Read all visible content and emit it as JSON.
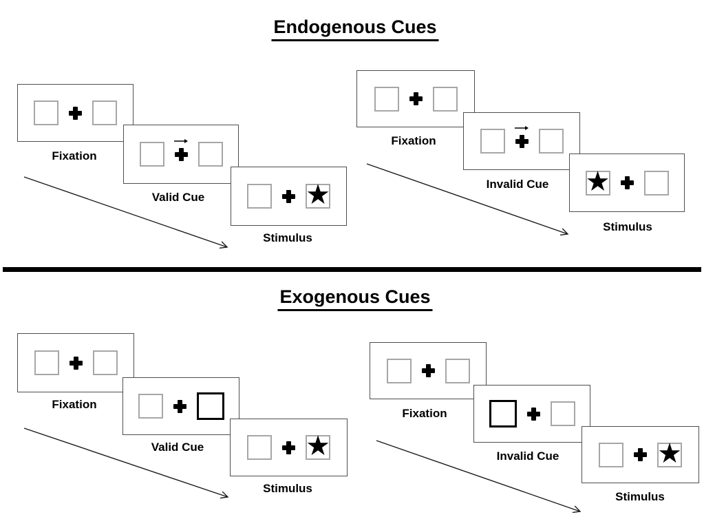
{
  "glyphs": {
    "star": "★"
  },
  "colors": {
    "background": "#ffffff",
    "panel_border": "#4d4d4d",
    "box_border": "#a6a6a6",
    "cue_box_border": "#000000",
    "ink": "#000000"
  },
  "sections": [
    {
      "title": "Endogenous Cues",
      "cue_style": "central arrow above fixation cross",
      "sequences": [
        {
          "validity": "valid",
          "steps": [
            {
              "label": "Fixation",
              "left_box": "empty",
              "right_box": "empty"
            },
            {
              "label": "Valid Cue",
              "left_box": "empty",
              "right_box": "empty",
              "cue": "arrow pointing right"
            },
            {
              "label": "Stimulus",
              "left_box": "empty",
              "right_box": "star"
            }
          ]
        },
        {
          "validity": "invalid",
          "steps": [
            {
              "label": "Fixation",
              "left_box": "empty",
              "right_box": "empty"
            },
            {
              "label": "Invalid Cue",
              "left_box": "empty",
              "right_box": "empty",
              "cue": "arrow pointing right"
            },
            {
              "label": "Stimulus",
              "left_box": "star",
              "right_box": "empty"
            }
          ]
        }
      ]
    },
    {
      "title": "Exogenous Cues",
      "cue_style": "peripheral box thickening",
      "sequences": [
        {
          "validity": "valid",
          "steps": [
            {
              "label": "Fixation",
              "left_box": "empty",
              "right_box": "empty"
            },
            {
              "label": "Valid Cue",
              "left_box": "empty",
              "right_box": "empty",
              "cue": "right box highlighted"
            },
            {
              "label": "Stimulus",
              "left_box": "empty",
              "right_box": "star"
            }
          ]
        },
        {
          "validity": "invalid",
          "steps": [
            {
              "label": "Fixation",
              "left_box": "empty",
              "right_box": "empty"
            },
            {
              "label": "Invalid Cue",
              "left_box": "empty",
              "right_box": "empty",
              "cue": "left box highlighted"
            },
            {
              "label": "Stimulus",
              "left_box": "empty",
              "right_box": "star"
            }
          ]
        }
      ]
    }
  ]
}
